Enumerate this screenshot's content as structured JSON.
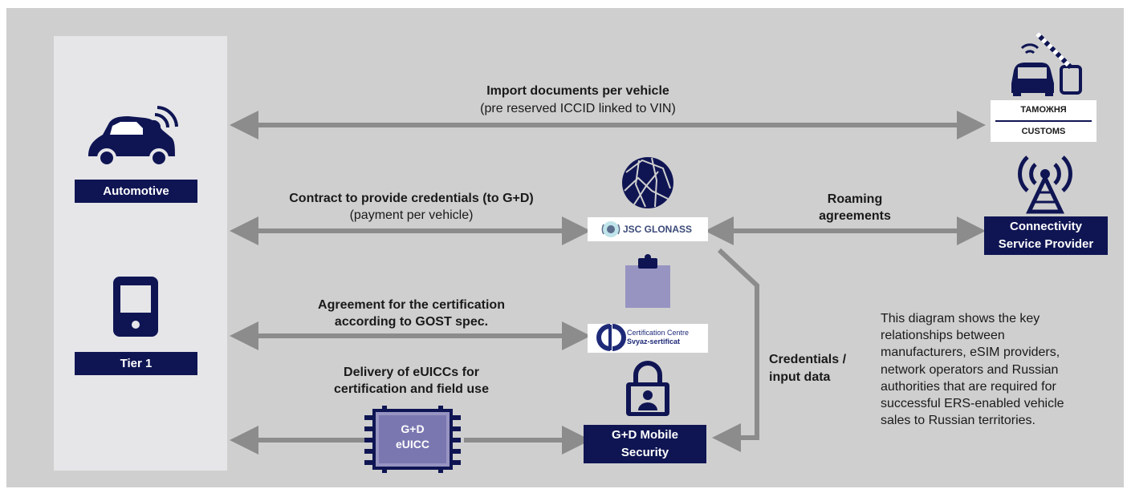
{
  "colors": {
    "navy": "#0f1553",
    "arrow": "#8c8c8c",
    "panel": "#cfcfcf",
    "side_panel": "#e6e6e9",
    "clipboard": "#9794c2"
  },
  "entities": {
    "automotive": "Automotive",
    "tier1": "Tier 1",
    "connectivity_line1": "Connectivity",
    "connectivity_line2": "Service Provider",
    "gd_line1": "G+D Mobile",
    "gd_line2": "Security",
    "glonass": "JSC GLONASS",
    "cert_line1": "Certification Centre",
    "cert_line2": "Svyaz-sertificat",
    "customs_ru": "ТАМОЖНЯ",
    "customs_en": "CUSTOMS",
    "chip_line1": "G+D",
    "chip_line2": "eUICC"
  },
  "relations": {
    "import_bold": "Import documents per vehicle",
    "import_sub": "(pre reserved ICCID linked to VIN)",
    "contract_bold": "Contract to provide credentials (to G+D)",
    "contract_sub": "(payment per vehicle)",
    "roaming_line1": "Roaming",
    "roaming_line2": "agreements",
    "agreement_line1": "Agreement for the certification",
    "agreement_line2": "according to GOST spec.",
    "delivery_line1": "Delivery of eUICCs for",
    "delivery_line2": "certification and field use",
    "credentials_line1": "Credentials /",
    "credentials_line2": "input data"
  },
  "description_lines": [
    "This diagram shows the key",
    "relationships between",
    "manufacturers, eSIM providers,",
    "network operators and Russian",
    "authorities that are required for",
    "successful ERS-enabled vehicle",
    "sales to Russian territories."
  ],
  "icons": [
    "car-wifi-icon",
    "phone-icon",
    "globe-icon",
    "clipboard-icon",
    "lock-user-icon",
    "antenna-icon",
    "customs-barrier-icon",
    "chip-icon",
    "glonass-logo-icon",
    "certification-logo-icon"
  ]
}
